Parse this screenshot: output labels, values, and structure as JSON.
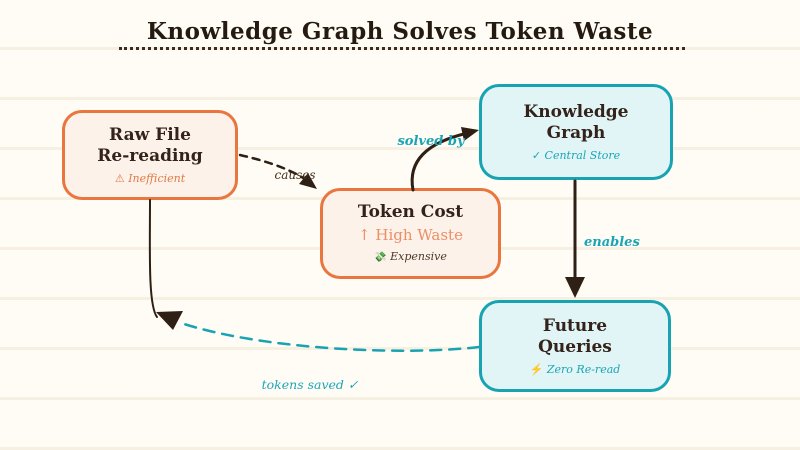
{
  "title": "Knowledge Graph Solves Token Waste",
  "colors": {
    "background": "#FFFCF6",
    "ink": "#2E2014",
    "orange_border": "#E8763E",
    "orange_fill": "#FDF2E9",
    "orange_text": "#E07A48",
    "teal_border": "#17A3B2",
    "teal_fill": "#E1F4F6",
    "teal_text": "#1BA7B6"
  },
  "nodes": {
    "raw_file": {
      "title_line1": "Raw File",
      "title_line2": "Re-reading",
      "badge_icon": "⚠",
      "badge_label": "Inefficient"
    },
    "token_cost": {
      "title": "Token Cost",
      "subtitle": "↑ High Waste",
      "badge_icon": "💸",
      "badge_label": "Expensive"
    },
    "knowledge_graph": {
      "title_line1": "Knowledge",
      "title_line2": "Graph",
      "badge_icon": "✓",
      "badge_label": "Central Store"
    },
    "future_queries": {
      "title_line1": "Future",
      "title_line2": "Queries",
      "badge_icon": "⚡",
      "badge_label": "Zero Re-read"
    }
  },
  "edge_labels": {
    "causes": "causes",
    "solved_by": "solved by",
    "enables": "enables",
    "tokens_saved": "tokens saved ✓"
  }
}
